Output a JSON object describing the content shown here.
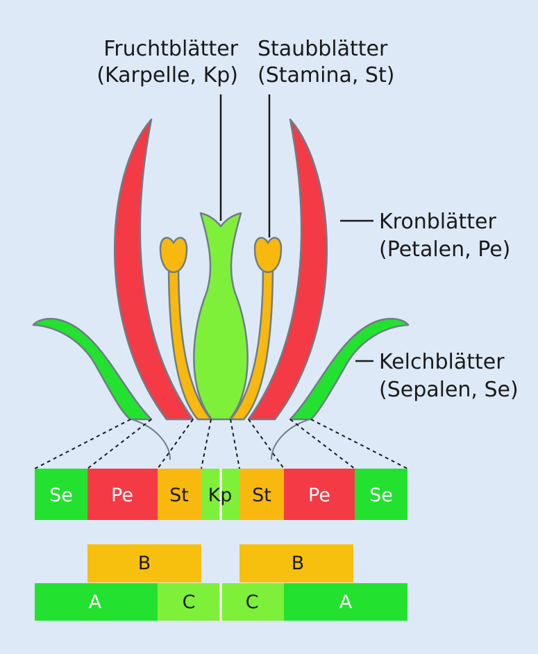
{
  "colors": {
    "background": "#dde9f7",
    "sepal": "#22e22f",
    "petal": "#f43a45",
    "stamen": "#f8b80e",
    "carpel": "#7ef03a",
    "outline": "#6f7d86",
    "gene_a": "#22e22f",
    "gene_b": "#f8c00e",
    "gene_c": "#7ef03a"
  },
  "labels": {
    "carpel_line1": "Fruchtblätter",
    "carpel_line2": "(Karpelle, Kp)",
    "stamen_line1": "Staubblätter",
    "stamen_line2": "(Stamina, St)",
    "petal_line1": "Kronblätter",
    "petal_line2": "(Petalen, Pe)",
    "sepal_line1": "Kelchblätter",
    "sepal_line2": "(Sepalen, Se)"
  },
  "whorls": [
    {
      "abbr": "Se",
      "kind": "sepal"
    },
    {
      "abbr": "Pe",
      "kind": "petal"
    },
    {
      "abbr": "St",
      "kind": "stamen"
    },
    {
      "abbr": "Kp",
      "kind": "carpel"
    },
    {
      "abbr": "St",
      "kind": "stamen"
    },
    {
      "abbr": "Pe",
      "kind": "petal"
    },
    {
      "abbr": "Se",
      "kind": "sepal"
    }
  ],
  "genes": {
    "b_left": "B",
    "b_right": "B",
    "a_left": "A",
    "c_left": "C",
    "c_right": "C",
    "a_right": "A"
  }
}
